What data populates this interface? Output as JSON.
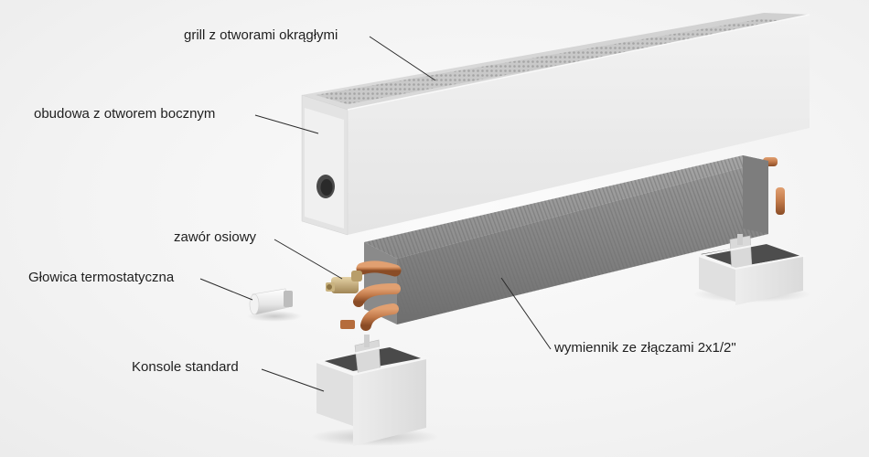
{
  "labels": {
    "grill": "grill z otworami okrągłymi",
    "housing": "obudowa z otworem bocznym",
    "valve": "zawór osiowy",
    "thermostatic_head": "Głowica termostatyczna",
    "consoles": "Konsole standard",
    "exchanger": "wymiennik ze złączami 2x1/2\""
  },
  "colors": {
    "background": "#f3f3f3",
    "housing": "#e9e9e9",
    "exchanger_fins": "#8c8c8c",
    "copper_pipes": "#c27a4a",
    "text": "#1f1f1f"
  }
}
